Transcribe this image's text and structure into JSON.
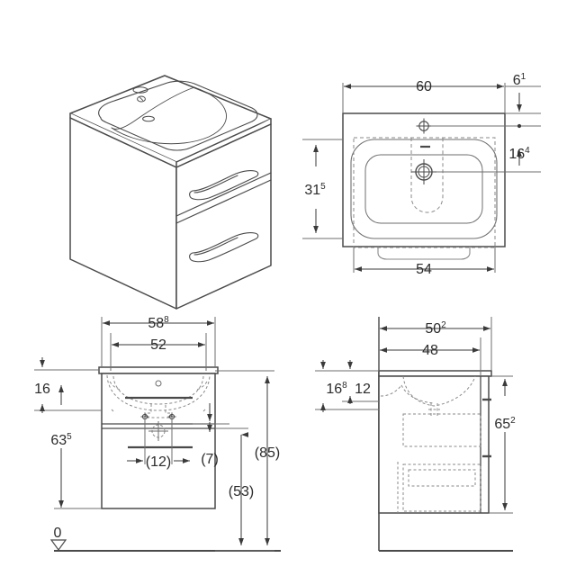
{
  "drawing": {
    "title": "Bathroom vanity unit with washbasin, technical drawing",
    "units": "cm",
    "line_color": "#4a4a4a",
    "thin_line_color": "#6e6e6e",
    "hidden_line_color": "#8a8a8a",
    "text_color": "#2b2b2b",
    "background": "#ffffff",
    "views": [
      {
        "name": "isometric-view",
        "position": "top-left",
        "label": ""
      },
      {
        "name": "plan-view",
        "position": "top-right",
        "label": ""
      },
      {
        "name": "front-elevation-view",
        "position": "bottom-left",
        "label": ""
      },
      {
        "name": "side-elevation-view",
        "position": "bottom-right",
        "label": ""
      }
    ]
  },
  "plan_view": {
    "dims": {
      "width_overall": {
        "base": "60",
        "sup": "",
        "orientation": "horizontal"
      },
      "rear_offset": {
        "base": "6",
        "sup": "1",
        "orientation": "vertical"
      },
      "tap_to_drain": {
        "base": "16",
        "sup": "4",
        "orientation": "vertical"
      },
      "depth_overall": {
        "base": "31",
        "sup": "5",
        "orientation": "vertical"
      },
      "cabinet_width": {
        "base": "54",
        "sup": "",
        "orientation": "horizontal"
      }
    }
  },
  "front_elevation": {
    "dims": {
      "cabinet_width": {
        "base": "58",
        "sup": "8",
        "orientation": "horizontal"
      },
      "drawer_inner_width": {
        "base": "52",
        "sup": "",
        "orientation": "horizontal"
      },
      "basin_height": {
        "base": "16",
        "sup": "",
        "orientation": "vertical"
      },
      "cabinet_height": {
        "base": "63",
        "sup": "5",
        "orientation": "vertical"
      },
      "fixing_spacing": {
        "base": "(12)",
        "sup": "",
        "orientation": "horizontal"
      },
      "small_ref": {
        "base": "(7)",
        "sup": "",
        "orientation": "vertical"
      },
      "floor_to_cabinet": {
        "base": "(53)",
        "sup": "",
        "orientation": "vertical"
      },
      "total_height": {
        "base": "(85)",
        "sup": "",
        "orientation": "vertical"
      }
    },
    "datum": {
      "label": "0",
      "name": "floor-datum-marker"
    }
  },
  "side_elevation": {
    "dims": {
      "depth_overall": {
        "base": "50",
        "sup": "2",
        "orientation": "horizontal"
      },
      "cabinet_depth": {
        "base": "48",
        "sup": "",
        "orientation": "horizontal"
      },
      "basin_depth_ref": {
        "base": "16",
        "sup": "8",
        "orientation": "vertical"
      },
      "basin_height_ref": {
        "base": "12",
        "sup": "",
        "orientation": "vertical"
      },
      "cabinet_height": {
        "base": "65",
        "sup": "2",
        "orientation": "vertical"
      }
    }
  }
}
